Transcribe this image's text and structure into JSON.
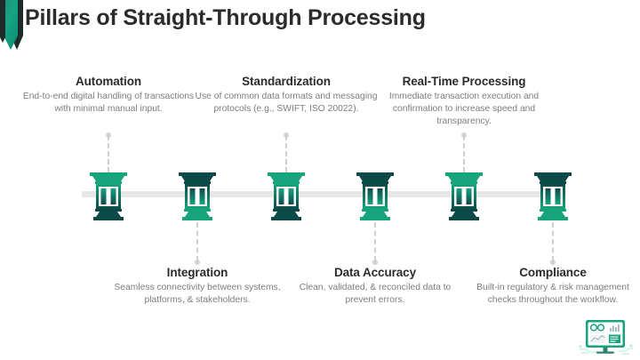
{
  "slide": {
    "title": "Pillars of Straight-Through Processing",
    "background_color": "#ffffff",
    "title_color": "#2b2b2b",
    "accent_green": "#17a47c",
    "accent_dark": "#0c4a4a",
    "rail_color": "#e7e7e7",
    "connector_color": "#cfcfcf"
  },
  "decor": {
    "corner_flag_name": "corner-flag-shape",
    "corner_flag_green": "#17a47c",
    "corner_flag_dark": "#1f2a2a",
    "corner_illustration_name": "dashboard-monitor-illustration"
  },
  "pillars": [
    {
      "index": 1,
      "title": "Automation",
      "description": "End-to-end digital handling of transactions with minimal manual input.",
      "position": "top",
      "top_color": "#17a47c",
      "base_color": "#0c4a4a",
      "icon": "pillar-icon"
    },
    {
      "index": 2,
      "title": "Integration",
      "description": "Seamless connectivity between systems, platforms, & stakeholders.",
      "position": "bottom",
      "top_color": "#0c4a4a",
      "base_color": "#17a47c",
      "icon": "pillar-icon"
    },
    {
      "index": 3,
      "title": "Standardization",
      "description": "Use of common data formats and messaging protocols (e.g., SWIFT, ISO 20022).",
      "position": "top",
      "top_color": "#17a47c",
      "base_color": "#0c4a4a",
      "icon": "pillar-icon"
    },
    {
      "index": 4,
      "title": "Data Accuracy",
      "description": "Clean, validated, & reconciled data to prevent errors.",
      "position": "bottom",
      "top_color": "#0c4a4a",
      "base_color": "#17a47c",
      "icon": "pillar-icon"
    },
    {
      "index": 5,
      "title": "Real-Time Processing",
      "description": "Immediate transaction execution and confirmation to increase speed and transparency.",
      "position": "top",
      "top_color": "#17a47c",
      "base_color": "#0c4a4a",
      "icon": "pillar-icon"
    },
    {
      "index": 6,
      "title": "Compliance",
      "description": "Built-in regulatory & risk management checks throughout the workflow.",
      "position": "bottom",
      "top_color": "#0c4a4a",
      "base_color": "#17a47c",
      "icon": "pillar-icon"
    }
  ]
}
